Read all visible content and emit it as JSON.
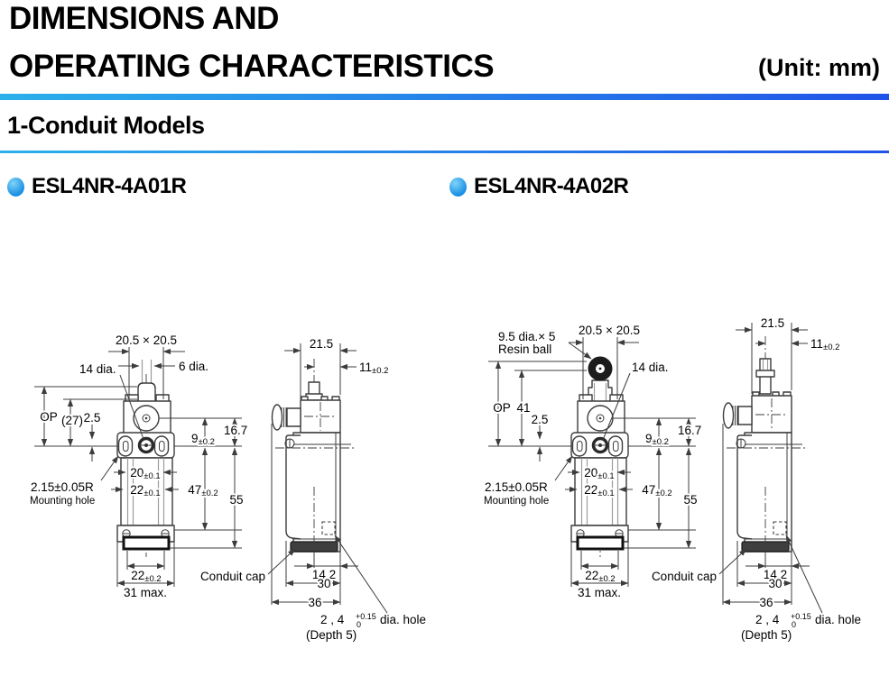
{
  "header": {
    "title_line1": "DIMENSIONS AND",
    "title_line2": "OPERATING CHARACTERISTICS",
    "unit_note": "(Unit: mm)"
  },
  "section": {
    "heading": "1-Conduit Models"
  },
  "models": [
    {
      "name": "ESL4NR-4A01R"
    },
    {
      "name": "ESL4NR-4A02R"
    }
  ],
  "colors": {
    "accent_light": "#2bb0ea",
    "accent_dark": "#2153e8",
    "bullet": "#1a8fe3"
  },
  "diagrams": [
    {
      "model": "ESL4NR-4A01R",
      "front": {
        "head_sq": "20.5 × 20.5",
        "dia14": "14 dia.",
        "dia6": "6 dia.",
        "op": "OP",
        "ref27": "(27)",
        "d2_5": "2.5",
        "d9": "9",
        "d9_tol": "±0.2",
        "d16_7": "16.7",
        "mount_r": "2.15±0.05R",
        "mount_label": "Mounting hole",
        "d20": "20",
        "d20_tol": "±0.1",
        "d22": "22",
        "d22_tol": "±0.1",
        "d47": "47",
        "d47_tol": "±0.2",
        "d55": "55",
        "d22b": "22",
        "d22b_tol": "±0.2",
        "d31": "31 max."
      },
      "side": {
        "d21_5": "21.5",
        "d11": "11",
        "d11_tol": "±0.2",
        "conduit_cap": "Conduit cap",
        "d14_2": "14.2",
        "d30": "30",
        "d36": "36",
        "hole_pre": "2 , 4",
        "hole_sup": "+0.15",
        "hole_sub": "0",
        "hole_post": "dia. hole",
        "hole_depth": "(Depth 5)"
      }
    },
    {
      "model": "ESL4NR-4A02R",
      "front": {
        "roller_note1": "9.5 dia.× 5",
        "roller_note2": "Resin ball",
        "head_sq": "20.5 × 20.5",
        "dia14": "14 dia.",
        "op": "OP",
        "d41": "41",
        "d2_5": "2.5",
        "d9": "9",
        "d9_tol": "±0.2",
        "d16_7": "16.7",
        "mount_r": "2.15±0.05R",
        "mount_label": "Mounting hole",
        "d20": "20",
        "d20_tol": "±0.1",
        "d22": "22",
        "d22_tol": "±0.1",
        "d47": "47",
        "d47_tol": "±0.2",
        "d55": "55",
        "d22b": "22",
        "d22b_tol": "±0.2",
        "d31": "31 max."
      },
      "side": {
        "d21_5": "21.5",
        "d11": "11",
        "d11_tol": "±0.2",
        "conduit_cap": "Conduit cap",
        "d14_2": "14.2",
        "d30": "30",
        "d36": "36",
        "hole_pre": "2 , 4",
        "hole_sup": "+0.15",
        "hole_sub": "0",
        "hole_post": "dia. hole",
        "hole_depth": "(Depth 5)"
      }
    }
  ]
}
